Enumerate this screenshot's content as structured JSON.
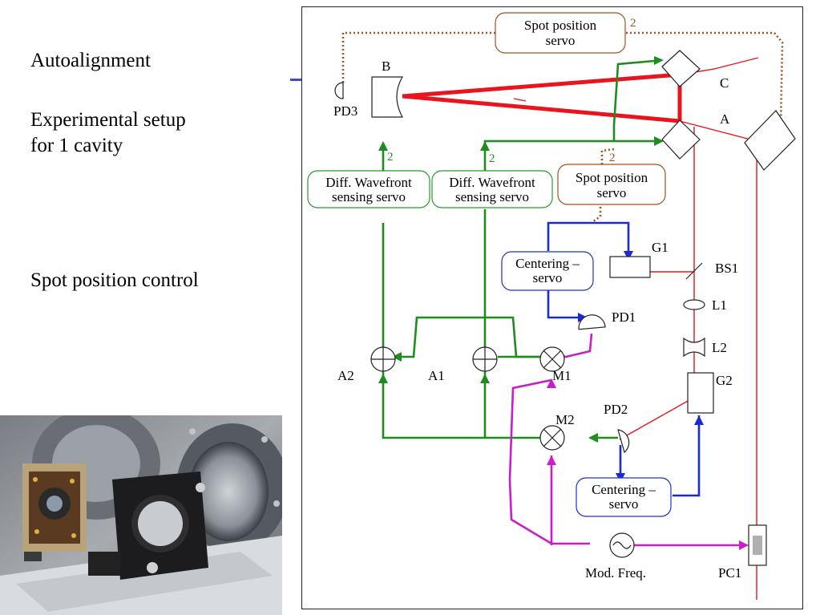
{
  "slide": {
    "title_line": "Autoalignment",
    "setup_text": "Experimental setup\nfor 1 cavity",
    "spot_text": "Spot position control"
  },
  "diagram": {
    "labels": {
      "B": "B",
      "C": "C",
      "A": "A",
      "PD3": "PD3",
      "G1": "G1",
      "G2": "G2",
      "BS1": "BS1",
      "L1": "L1",
      "L2": "L2",
      "PD1": "PD1",
      "PD2": "PD2",
      "M1": "M1",
      "M2": "M2",
      "A1": "A1",
      "A2": "A2",
      "PC1": "PC1",
      "mod_freq": "Mod. Freq."
    },
    "boxes": {
      "spot_top_l1": "Spot position",
      "spot_top_l2": "servo",
      "spot_mid_l1": "Spot position",
      "spot_mid_l2": "servo",
      "dws1_l1": "Diff. Wavefront",
      "dws1_l2": "sensing servo",
      "dws2_l1": "Diff. Wavefront",
      "dws2_l2": "sensing servo",
      "center1_l1": "Centering –",
      "center1_l2": "servo",
      "center2_l1": "Centering –",
      "center2_l2": "servo"
    },
    "numbers": {
      "n_top": "2",
      "n_dws1": "2",
      "n_dws2": "2",
      "n_spot_mid": "2"
    },
    "colors": {
      "beam": "#e8141e",
      "green": "#1e8c1e",
      "blue": "#1a2ad6",
      "magenta": "#c81ec8",
      "brown": "#a0521e",
      "box_green": "#2a9a2a",
      "box_blue": "#2030c8",
      "box_brown": "#a0521e"
    }
  }
}
